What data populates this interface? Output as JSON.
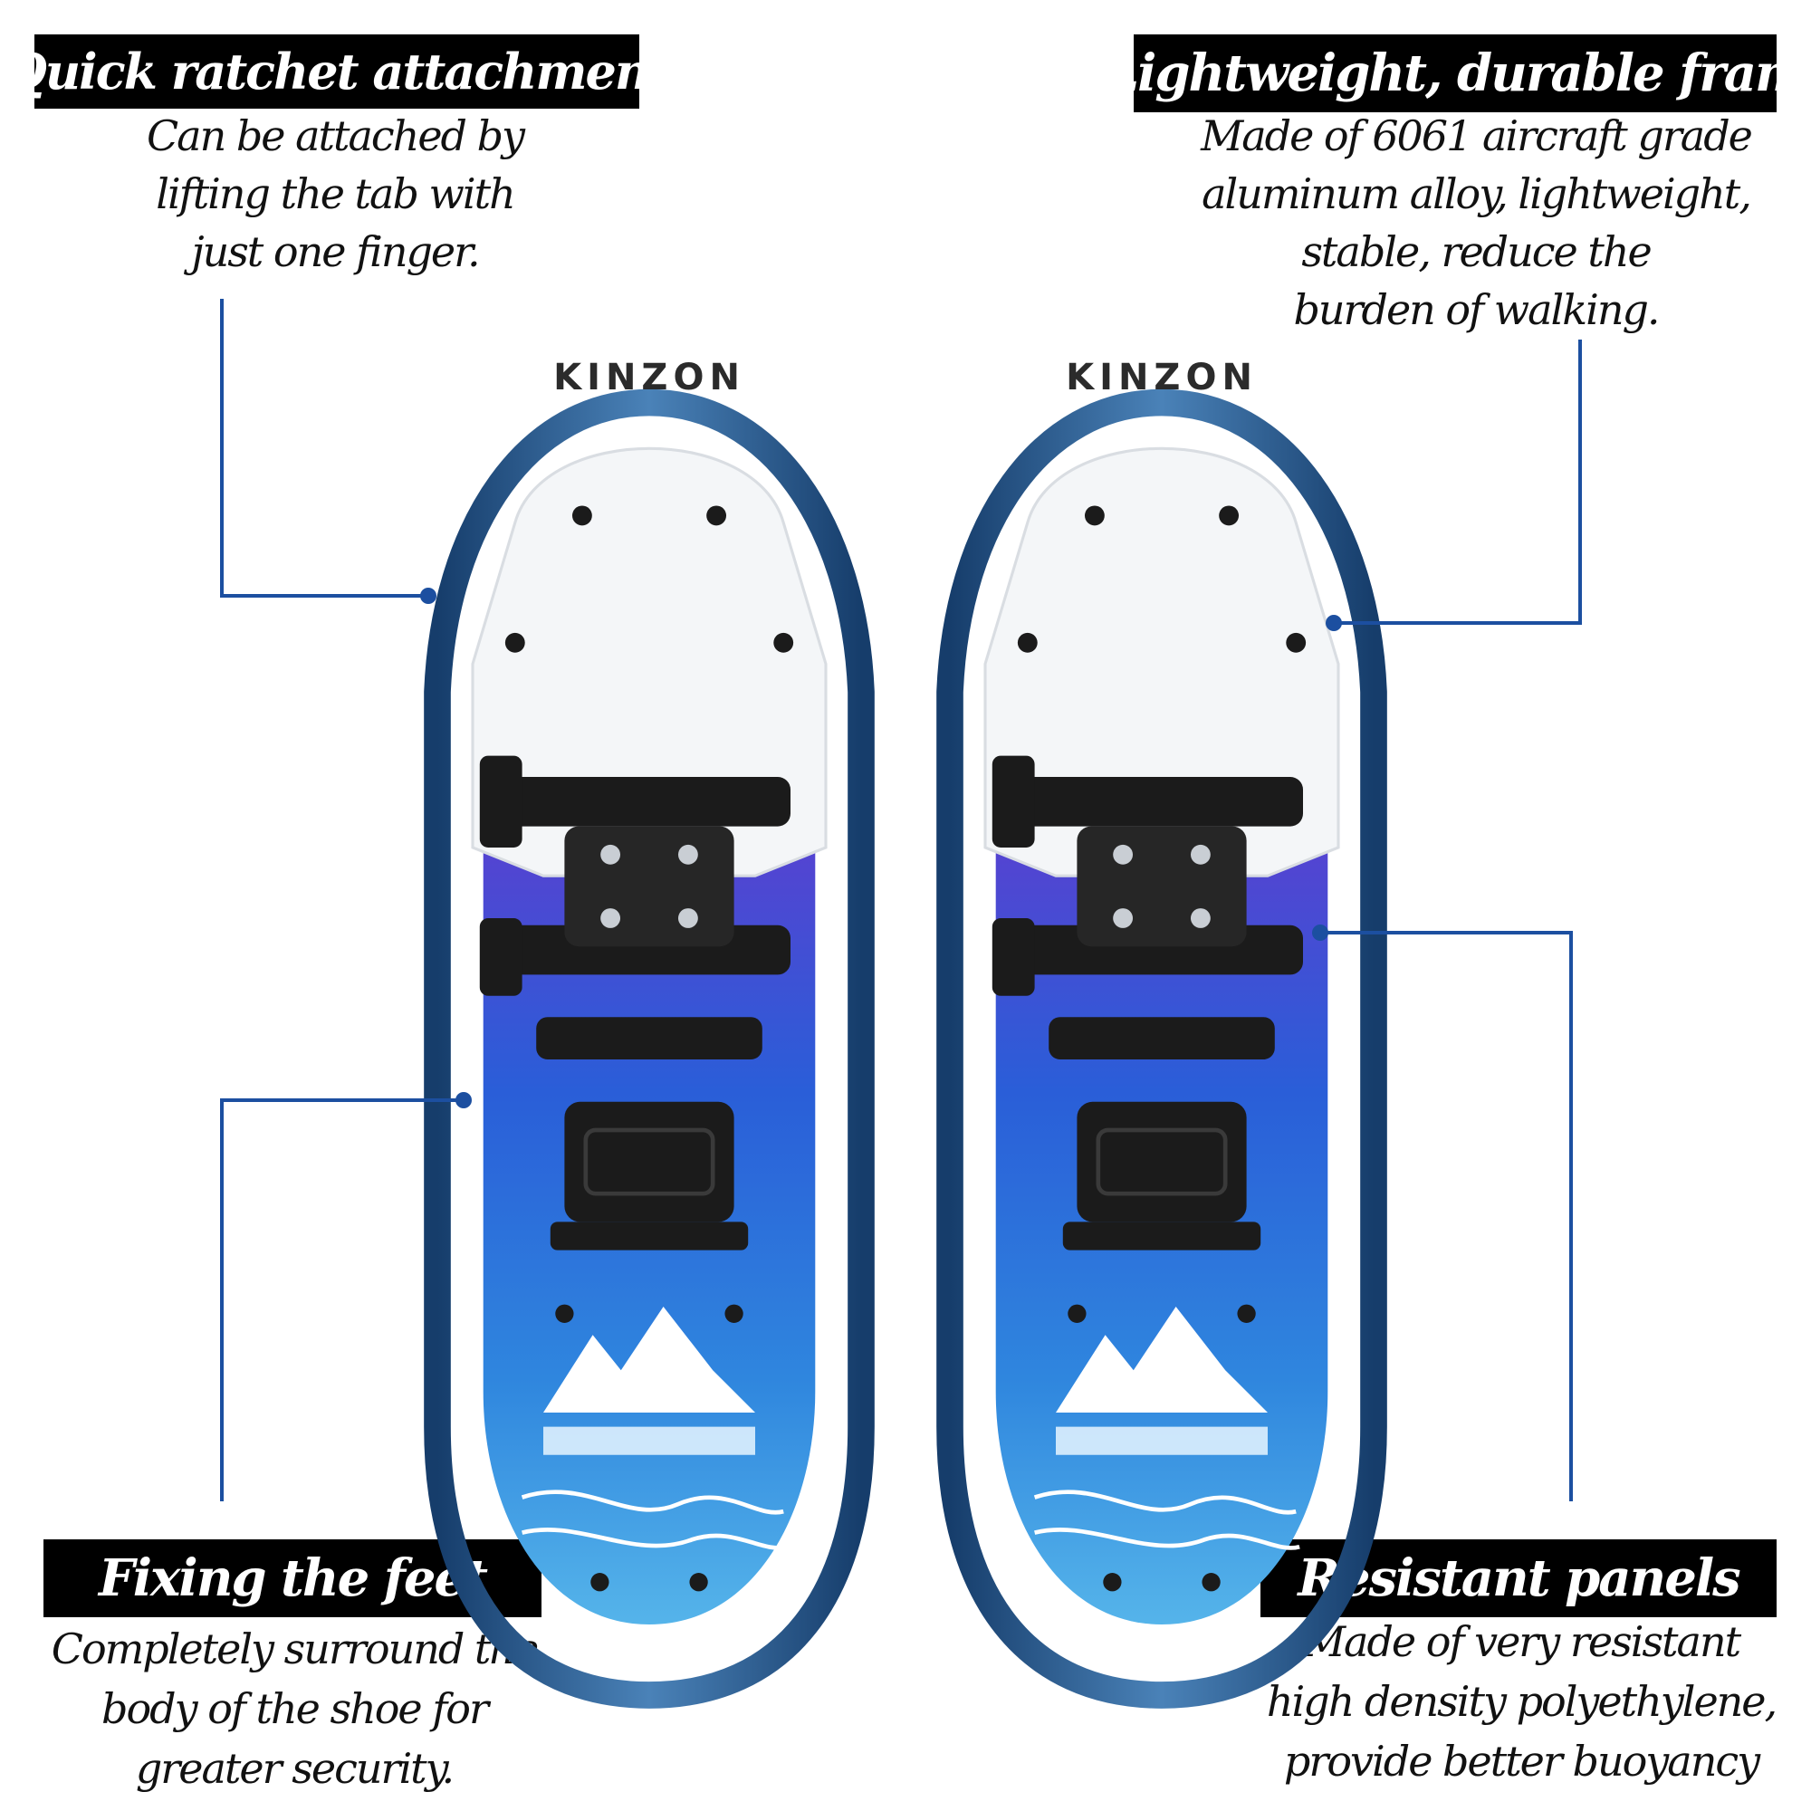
{
  "brand": {
    "logo_text": "KINZON"
  },
  "callouts": {
    "top_left": {
      "title": "Quick ratchet attachment",
      "lines": [
        "Can be attached by",
        "lifting the tab with",
        "just one finger."
      ]
    },
    "top_right": {
      "title": "Lightweight, durable fram",
      "lines": [
        "Made of 6061 aircraft grade",
        "aluminum alloy, lightweight,",
        "stable, reduce the",
        "burden of walking."
      ]
    },
    "bottom_left": {
      "title": "Fixing the feet",
      "lines": [
        "Completely surround the",
        "body of the shoe for",
        "greater security."
      ]
    },
    "bottom_right": {
      "title": "Resistant panels",
      "lines": [
        "Made of very resistant",
        "high density polyethylene,",
        "provide better buoyancy"
      ]
    }
  },
  "colors": {
    "line_accent": "#1c4fa0",
    "frame_blue": "#1e4f86",
    "deck_blue": "#2a6ed6",
    "deck_light": "#46a6e6",
    "binding_black": "#1b1b1b",
    "plate_white": "#f4f6f8"
  }
}
